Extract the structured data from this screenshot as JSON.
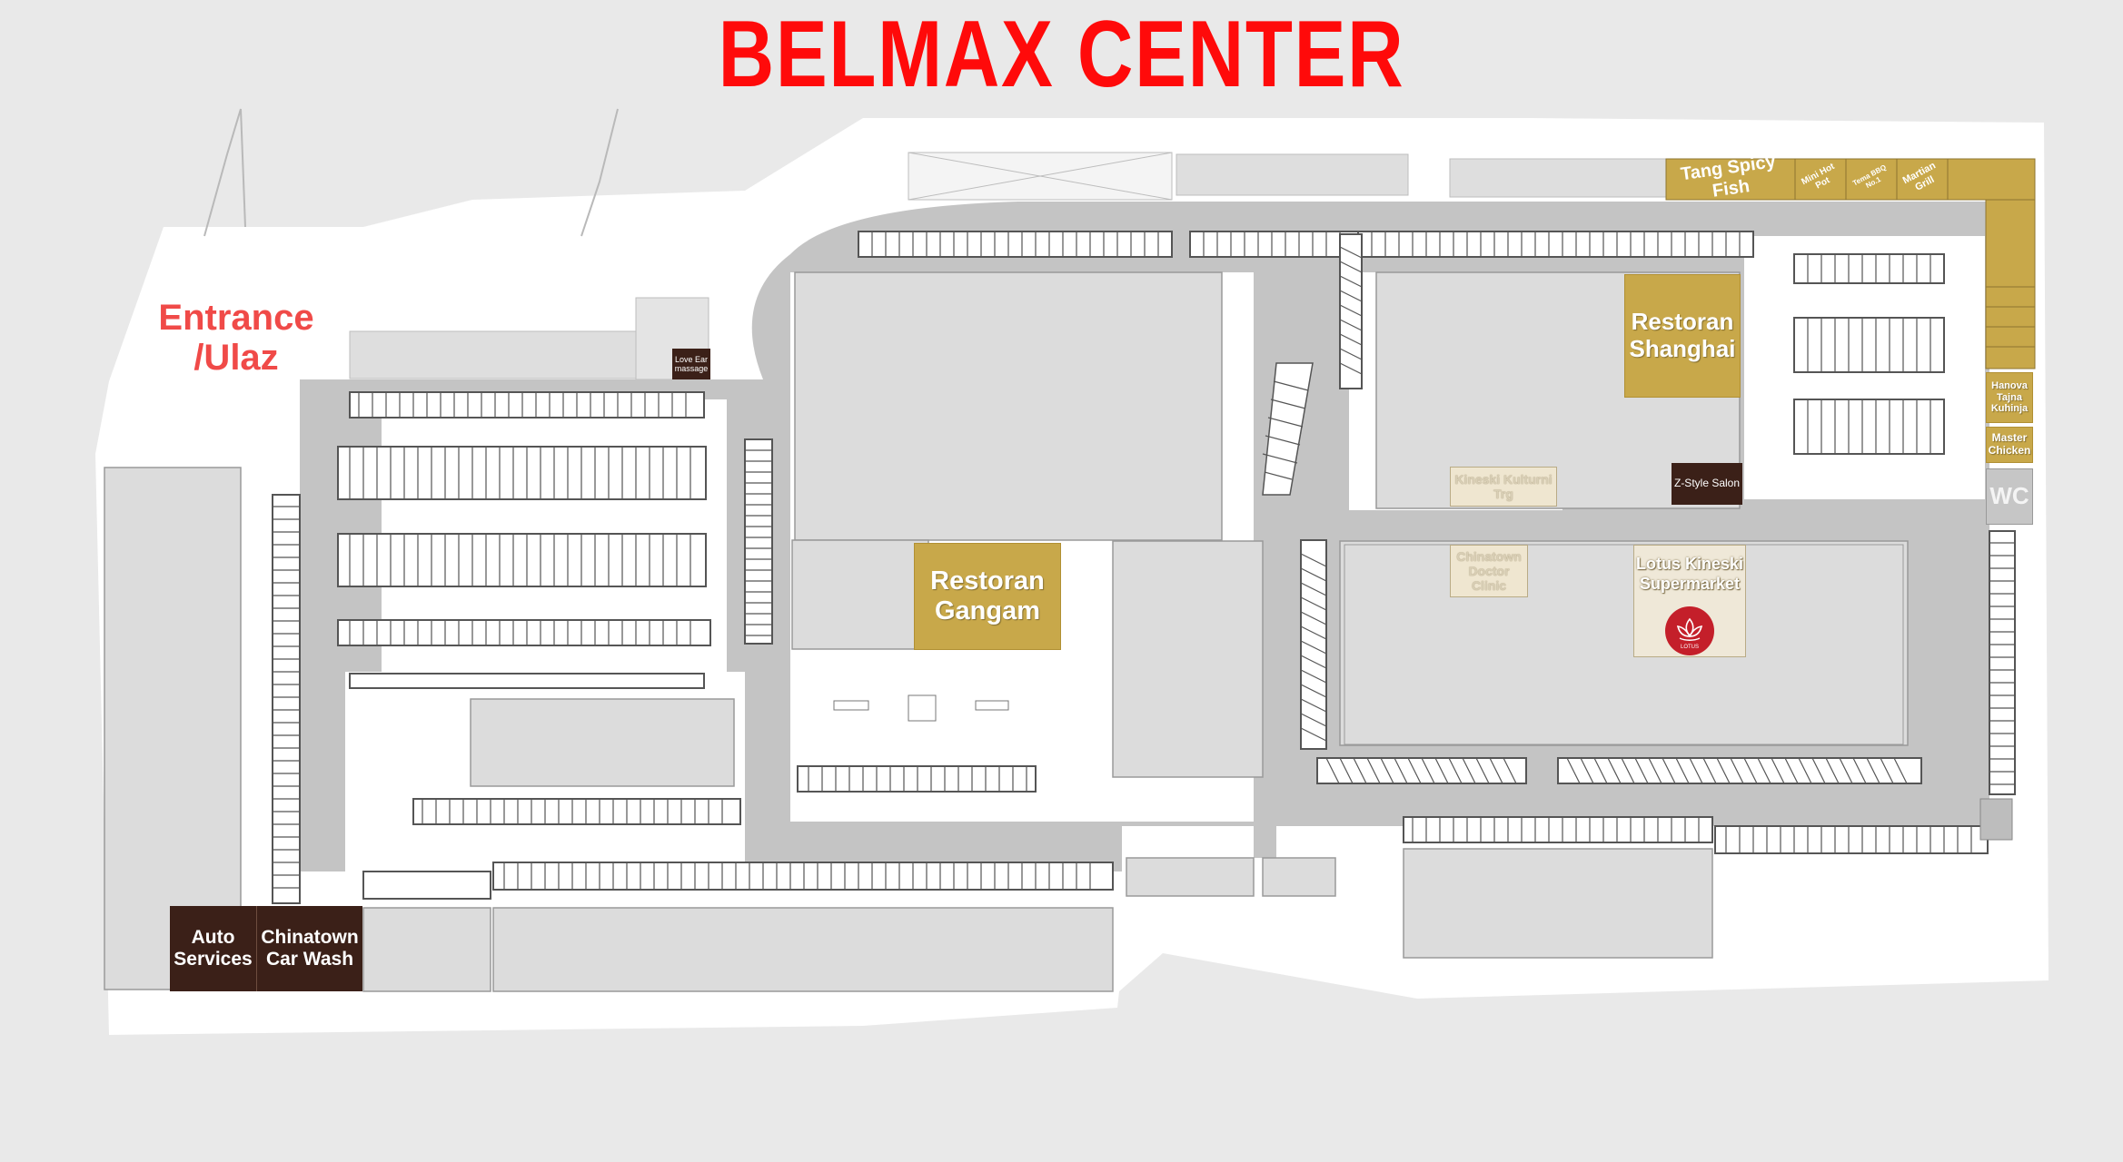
{
  "title": "BELMAX CENTER",
  "entrance": {
    "line1": "Entrance",
    "line2": "/Ulaz"
  },
  "businesses": {
    "restoran_gangam": "Restoran Gangam",
    "restoran_shanghai": "Restoran Shanghai",
    "tang_spicy_fish": "Tang Spicy Fish",
    "mini_hot_pot": "Mini Hot Pot",
    "kineski_bbq": "Tema BBQ No.1",
    "martian_grill": "Martian Grill",
    "hanova_tajna_kuhinja": "Hanova Tajna Kuhinja",
    "master_chicken": "Master Chicken",
    "wc": "WC",
    "love_ear_massage": "Love Ear massage",
    "z_style_salon": "Z-Style Salon",
    "kineski_kulturni_trg": "Kineski Kulturni Trg",
    "chinatown_doctor_clinic": "Chinatown Doctor Clinic",
    "lotus_kineski_supermarket": "Lotus Kineski Supermarket",
    "lotus_logo_text": "LOTUS",
    "auto_services": "Auto Services",
    "chinatown_car_wash": "Chinatown Car Wash"
  },
  "colors": {
    "title_red": "#ff0a0a",
    "entrance_red": "#f04a48",
    "restaurant_gold": "#c8a84a",
    "service_brown": "#3b2018",
    "road_gray": "#c4c4c4",
    "building_gray": "#dcdcdc",
    "ground_white": "#ffffff",
    "lotus_red": "#c41f2a"
  },
  "icons": {
    "lotus": "lotus-flower-icon"
  }
}
